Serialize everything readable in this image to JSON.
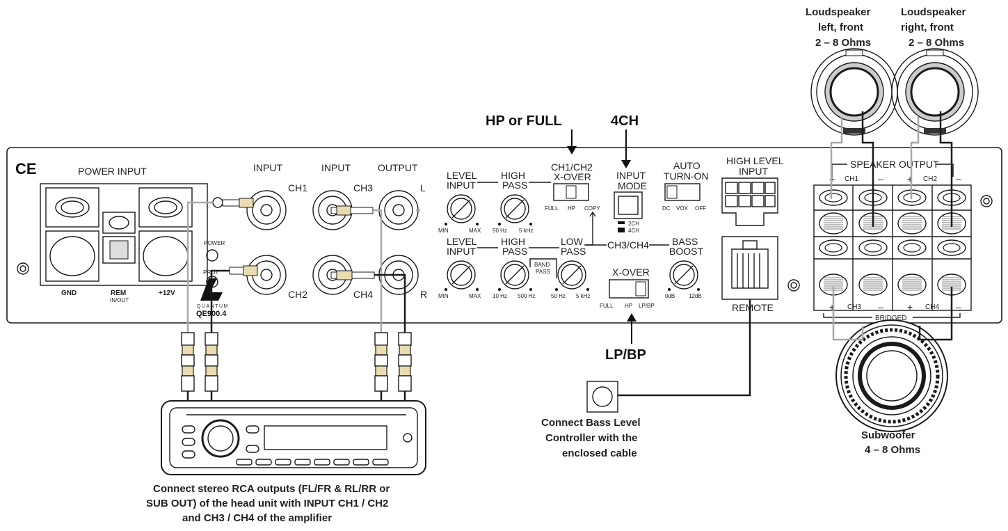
{
  "panel": {
    "ce_mark": "CE",
    "power_input": "POWER INPUT",
    "gnd": "GND",
    "rem": "REM",
    "rem_sub": "IN/OUT",
    "plus12": "+12V",
    "power_led": "POWER",
    "prot_led": "PROT",
    "brand_sub": "QUANTUM",
    "model": "QE900.4",
    "input_a": "INPUT",
    "input_b": "INPUT",
    "output": "OUTPUT",
    "ch1": "CH1",
    "ch2": "CH2",
    "ch3": "CH3",
    "ch4": "CH4",
    "out_l": "L",
    "out_r": "R",
    "front": {
      "level_input_1": "LEVEL",
      "level_input_2": "INPUT",
      "high_pass_1": "HIGH",
      "high_pass_2": "PASS",
      "xover_title_1": "CH1/CH2",
      "xover_title_2": "X-OVER",
      "min": "MIN",
      "max": "MAX",
      "hp_min": "50 Hz",
      "hp_max": "5 kHz",
      "sw_full": "FULL",
      "sw_hp": "HP",
      "sw_copy": "COPY"
    },
    "input_mode_1": "INPUT",
    "input_mode_2": "MODE",
    "mode_2ch": "2CH",
    "mode_4ch": "4CH",
    "auto_1": "AUTO",
    "auto_2": "TURN-ON",
    "auto_dc": "DC",
    "auto_vox": "VOX",
    "auto_off": "OFF",
    "rear": {
      "level_input_1": "LEVEL",
      "level_input_2": "INPUT",
      "high_pass_1": "HIGH",
      "high_pass_2": "PASS",
      "low_pass_1": "LOW",
      "low_pass_2": "PASS",
      "ch34": "CH3/CH4",
      "bass_1": "BASS",
      "bass_2": "BOOST",
      "min": "MIN",
      "max": "MAX",
      "hp_min": "10 Hz",
      "hp_max": "500 Hz",
      "band_1": "BAND",
      "band_2": "PASS",
      "lp_min": "50 Hz",
      "lp_max": "5 kHz",
      "bb_min": "0dB",
      "bb_max": "12dB",
      "xover": "X-OVER",
      "sw_full": "FULL",
      "sw_hp": "HP",
      "sw_lpbp": "LP/BP"
    },
    "high_level_1": "HIGH LEVEL",
    "high_level_2": "INPUT",
    "remote": "REMOTE",
    "speaker_output": "SPEAKER OUTPUT",
    "bridged": "BRIDGED",
    "plus": "+",
    "minus": "–"
  },
  "callouts": {
    "hp_full": "HP or FULL",
    "ch4": "4CH",
    "lpbp": "LP/BP"
  },
  "speakers": {
    "left": [
      "Loudspeaker",
      "left, front",
      "2 – 8 Ohms"
    ],
    "right": [
      "Loudspeaker",
      "right, front",
      "2 – 8 Ohms"
    ],
    "sub": [
      "Subwoofer",
      "4 – 8 Ohms"
    ]
  },
  "captions": {
    "bass": [
      "Connect Bass Level",
      "Controller with the",
      "enclosed cable"
    ],
    "headunit": [
      "Connect stereo RCA outputs (FL/FR & RL/RR or",
      "SUB OUT) of the head unit with INPUT CH1 / CH2",
      "and CH3 / CH4 of the amplifier"
    ]
  }
}
